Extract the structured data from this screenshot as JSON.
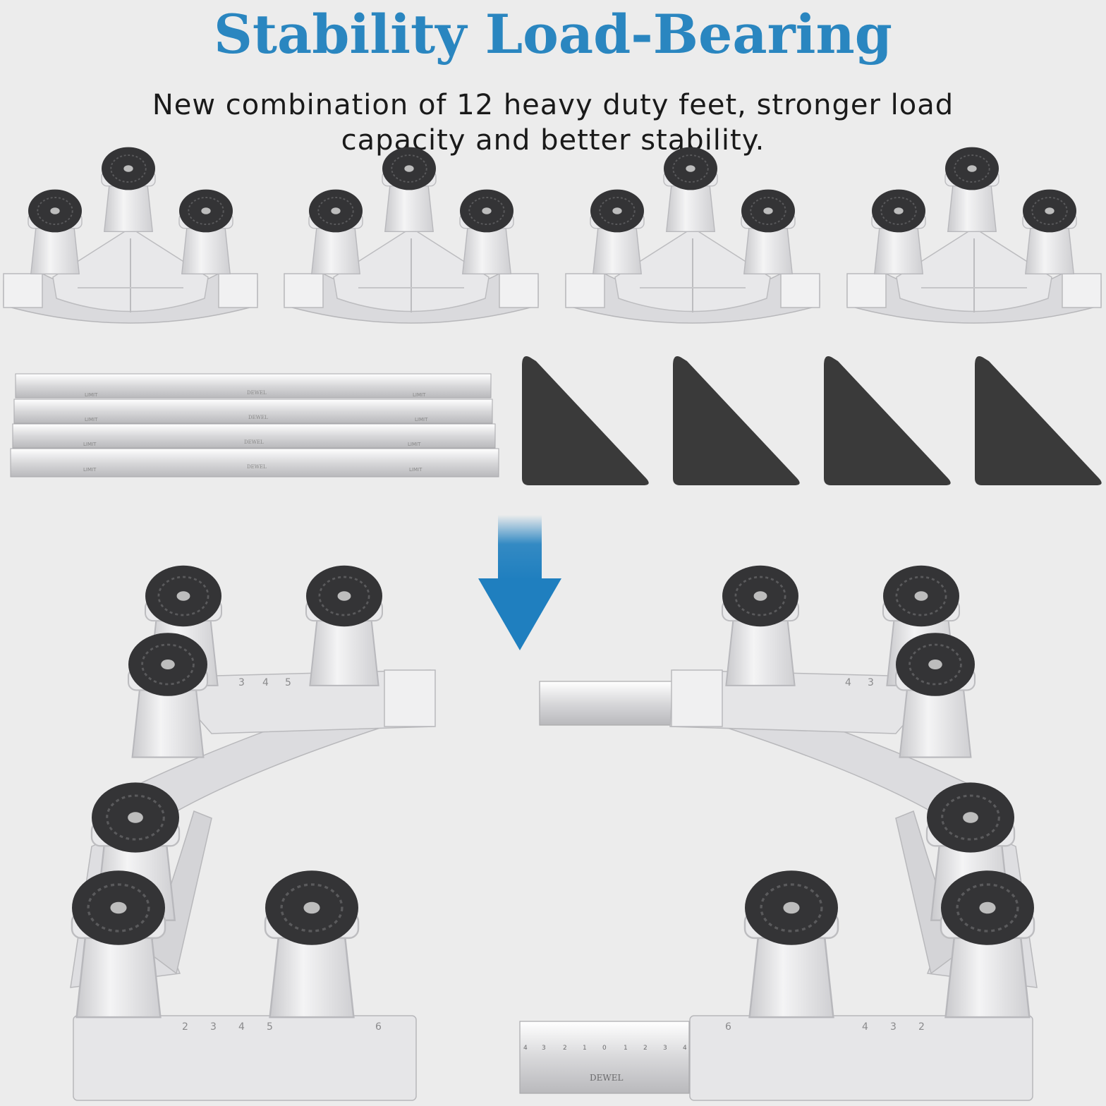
{
  "header": {
    "title": "Stability Load-Bearing",
    "subtitle": "New combination of 12 heavy duty feet, stronger load capacity and better stability."
  },
  "rails": {
    "mark_left": "LIMIT",
    "mark_center": "DEWEL",
    "mark_right": "LIMIT"
  },
  "frame": {
    "slot_numbers": [
      "2",
      "3",
      "4",
      "5",
      "6"
    ],
    "ruler_brand": "DEWEL",
    "ruler_numbers": [
      "4",
      "3",
      "2",
      "1",
      "0",
      "1",
      "2",
      "3",
      "4"
    ]
  },
  "colors": {
    "title": "#2a86c0",
    "arrow": "#1f7fbf",
    "pad": "#3a3a3a",
    "plastic": "#e4e4e6"
  },
  "icons": {
    "arrow": "arrow-down-icon",
    "pad": "rubber-pad-icon"
  }
}
